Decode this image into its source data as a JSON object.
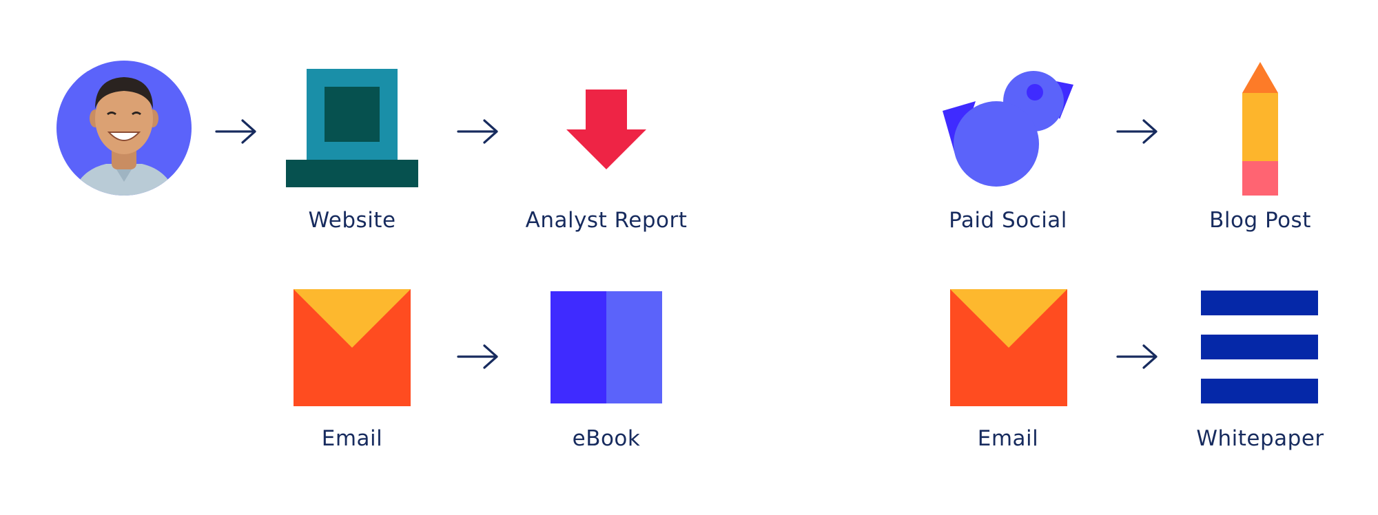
{
  "colors": {
    "text": "#172b5e",
    "arrow": "#172b5e",
    "avatar_bg": "#5b63fa",
    "website_screen": "#1a8fa8",
    "website_inner": "#06514f",
    "website_base": "#06514f",
    "download_red": "#ee2445",
    "bird_body": "#5b63fa",
    "bird_wing": "#3f2bff",
    "pencil_tip": "#fd7b28",
    "pencil_body": "#fdb52c",
    "pencil_eraser": "#ff6472",
    "email_body": "#ff4c20",
    "email_flap": "#fdb82e",
    "ebook_left": "#3f2bff",
    "ebook_right": "#5b63fa",
    "whitepaper_bars": "#0528a8"
  },
  "nodes": {
    "avatar": {
      "icon": "person-photo-icon"
    },
    "website": {
      "label": "Website",
      "icon": "website-monitor-icon"
    },
    "analyst_report": {
      "label": "Analyst Report",
      "icon": "download-arrow-icon"
    },
    "paid_social": {
      "label": "Paid Social",
      "icon": "bird-icon"
    },
    "blog_post": {
      "label": "Blog Post",
      "icon": "pencil-icon"
    },
    "email_left": {
      "label": "Email",
      "icon": "envelope-icon"
    },
    "ebook": {
      "label": "eBook",
      "icon": "book-icon"
    },
    "email_right": {
      "label": "Email",
      "icon": "envelope-icon"
    },
    "whitepaper": {
      "label": "Whitepaper",
      "icon": "document-lines-icon"
    }
  },
  "connectors": [
    {
      "from": "avatar",
      "to": "website"
    },
    {
      "from": "website",
      "to": "analyst_report"
    },
    {
      "from": "paid_social",
      "to": "blog_post"
    },
    {
      "from": "email_left",
      "to": "ebook"
    },
    {
      "from": "email_right",
      "to": "whitepaper"
    }
  ]
}
